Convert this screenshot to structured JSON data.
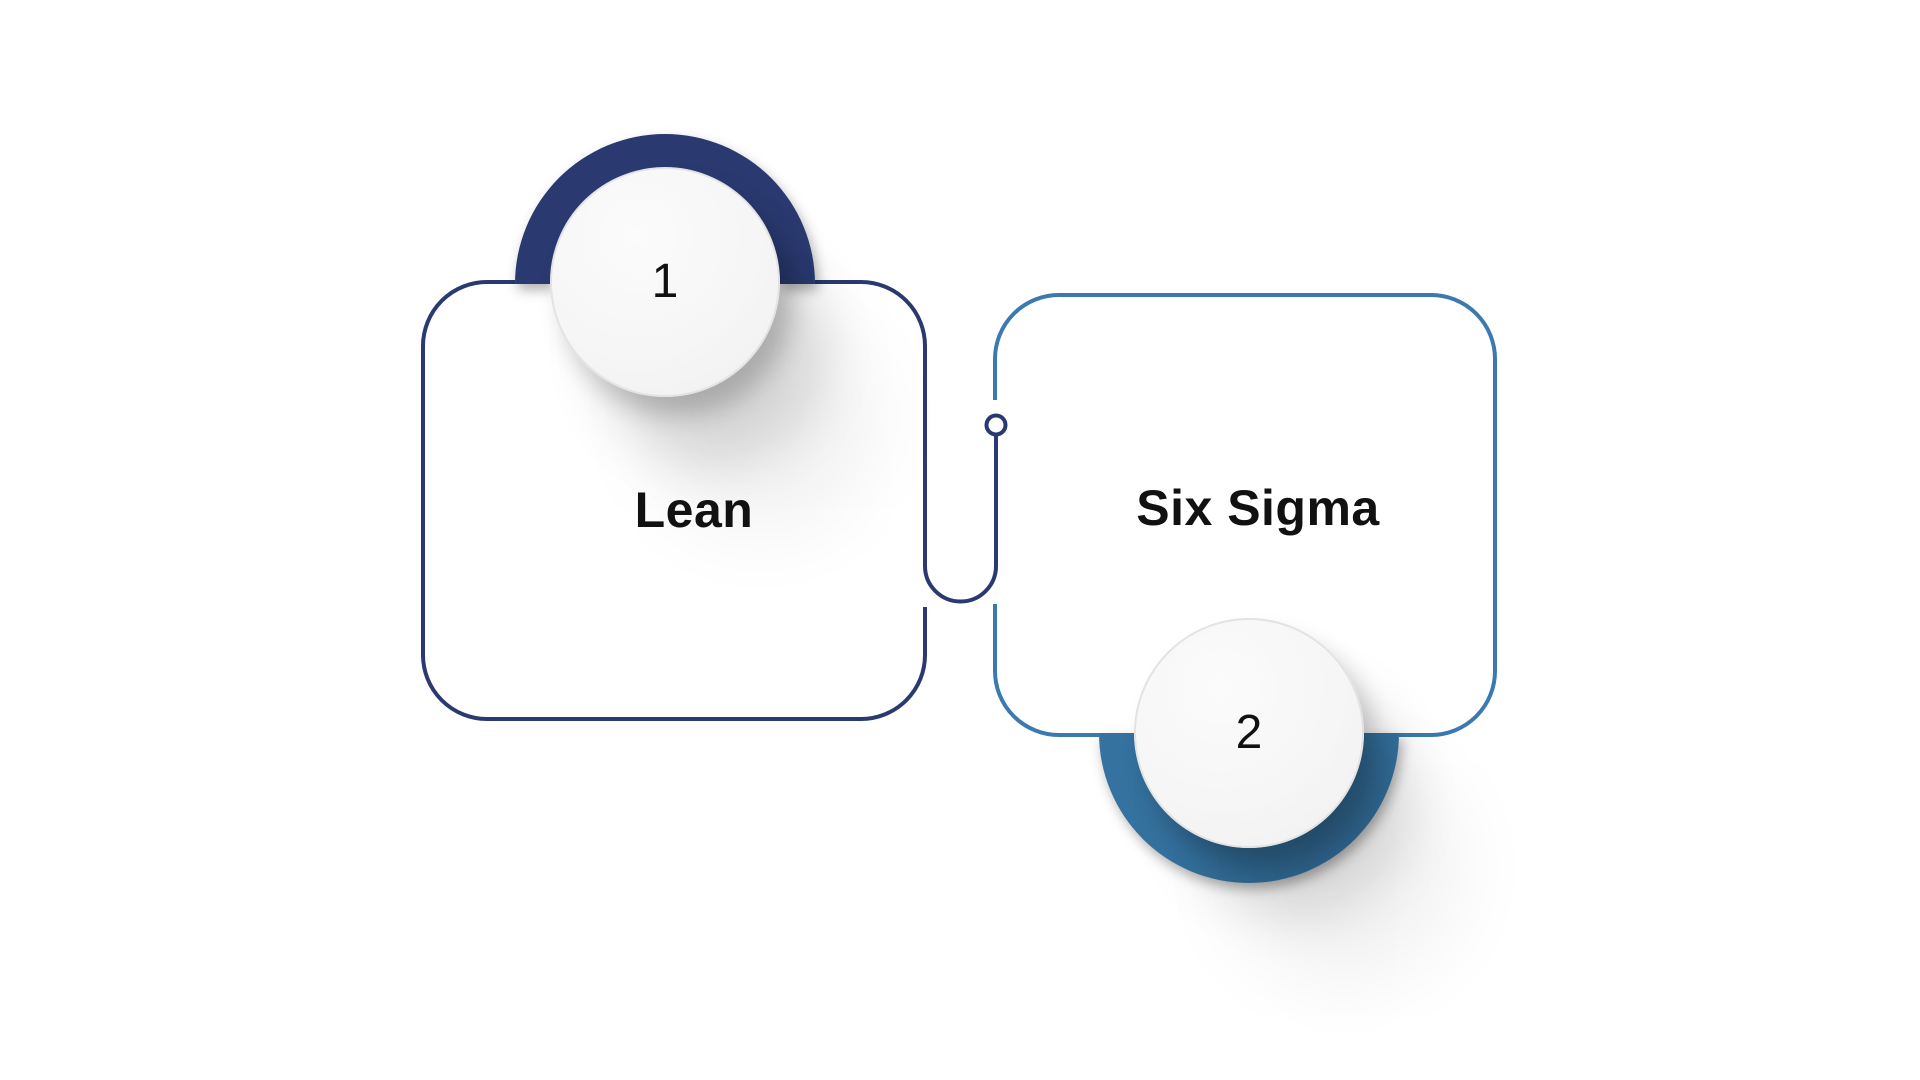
{
  "diagram": {
    "steps": [
      {
        "number": "1",
        "label": "Lean"
      },
      {
        "number": "2",
        "label": "Six Sigma"
      }
    ],
    "colors": {
      "background": "#FFFFFF",
      "navy": "#2A3A70",
      "blue_border": "#3B7AB0",
      "blue_arc": "#35729F",
      "disc_fill": "#F7F7F7",
      "disc_rim": "#E3E3E3",
      "text": "#111111",
      "white": "#FFFFFF"
    }
  }
}
